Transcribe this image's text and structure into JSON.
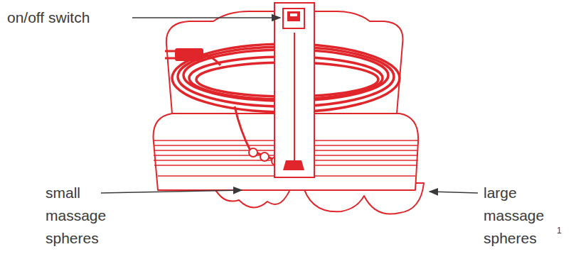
{
  "diagram": {
    "labels": [
      "on/off switch",
      "small massage spheres",
      "large massage spheres",
      "1"
    ]
  }
}
